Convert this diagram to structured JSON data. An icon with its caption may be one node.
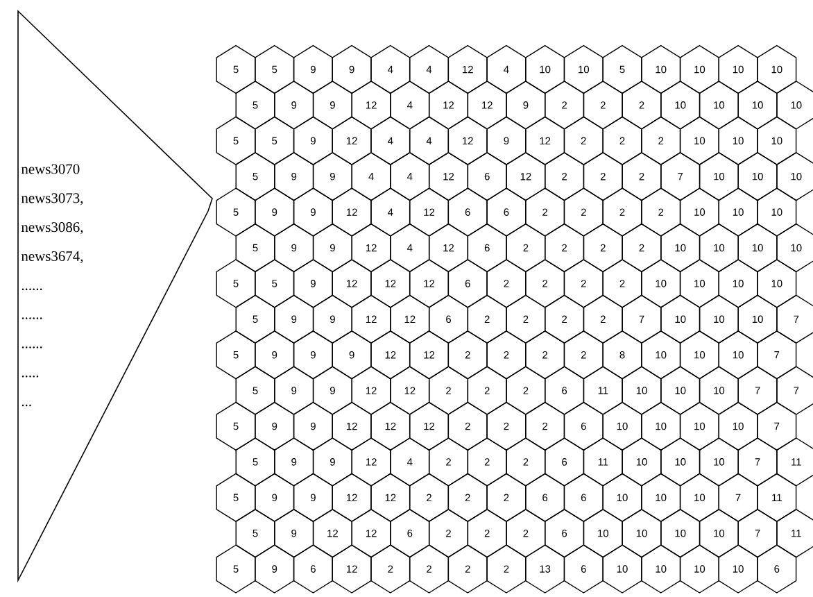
{
  "diagram": {
    "nodes": [
      {
        "text": [
          "news3070",
          "news3073,",
          "news3086,",
          "news3674,",
          "......",
          "......",
          "......",
          ".....",
          "..."
        ]
      },
      {
        "text": [
          "5"
        ]
      },
      {
        "text": [
          "5"
        ]
      },
      {
        "text": [
          "9"
        ]
      },
      {
        "text": [
          "9"
        ]
      },
      {
        "text": [
          "4"
        ]
      },
      {
        "text": [
          "4"
        ]
      },
      {
        "text": [
          "12"
        ]
      },
      {
        "text": [
          "4"
        ]
      },
      {
        "text": [
          "10"
        ]
      },
      {
        "text": [
          "10"
        ]
      },
      {
        "text": [
          "5"
        ]
      },
      {
        "text": [
          "10"
        ]
      },
      {
        "text": [
          "10"
        ]
      },
      {
        "text": [
          "10"
        ]
      },
      {
        "text": [
          "10"
        ]
      },
      {
        "text": [
          "5"
        ]
      },
      {
        "text": [
          "9"
        ]
      },
      {
        "text": [
          "9"
        ]
      },
      {
        "text": [
          "12"
        ]
      },
      {
        "text": [
          "4"
        ]
      },
      {
        "text": [
          "12"
        ]
      },
      {
        "text": [
          "12"
        ]
      },
      {
        "text": [
          "9"
        ]
      },
      {
        "text": [
          "2"
        ]
      },
      {
        "text": [
          "2"
        ]
      },
      {
        "text": [
          "2"
        ]
      },
      {
        "text": [
          "10"
        ]
      },
      {
        "text": [
          "10"
        ]
      },
      {
        "text": [
          "10"
        ]
      },
      {
        "text": [
          "10"
        ]
      },
      {
        "text": [
          "5"
        ]
      },
      {
        "text": [
          "5"
        ]
      },
      {
        "text": [
          "9"
        ]
      },
      {
        "text": [
          "12"
        ]
      },
      {
        "text": [
          "4"
        ]
      },
      {
        "text": [
          "4"
        ]
      },
      {
        "text": [
          "12"
        ]
      },
      {
        "text": [
          "9"
        ]
      },
      {
        "text": [
          "12"
        ]
      },
      {
        "text": [
          "2"
        ]
      },
      {
        "text": [
          "2"
        ]
      },
      {
        "text": [
          "2"
        ]
      },
      {
        "text": [
          "10"
        ]
      },
      {
        "text": [
          "10"
        ]
      },
      {
        "text": [
          "10"
        ]
      },
      {
        "text": [
          "5"
        ]
      },
      {
        "text": [
          "9"
        ]
      },
      {
        "text": [
          "9"
        ]
      },
      {
        "text": [
          "4"
        ]
      },
      {
        "text": [
          "4"
        ]
      },
      {
        "text": [
          "12"
        ]
      },
      {
        "text": [
          "6"
        ]
      },
      {
        "text": [
          "12"
        ]
      },
      {
        "text": [
          "2"
        ]
      },
      {
        "text": [
          "2"
        ]
      },
      {
        "text": [
          "2"
        ]
      },
      {
        "text": [
          "7"
        ]
      },
      {
        "text": [
          "10"
        ]
      },
      {
        "text": [
          "10"
        ]
      },
      {
        "text": [
          "10"
        ]
      },
      {
        "text": [
          "5"
        ]
      },
      {
        "text": [
          "9"
        ]
      },
      {
        "text": [
          "9"
        ]
      },
      {
        "text": [
          "12"
        ]
      },
      {
        "text": [
          "4"
        ]
      },
      {
        "text": [
          "12"
        ]
      },
      {
        "text": [
          "6"
        ]
      },
      {
        "text": [
          "6"
        ]
      },
      {
        "text": [
          "2"
        ]
      },
      {
        "text": [
          "2"
        ]
      },
      {
        "text": [
          "2"
        ]
      },
      {
        "text": [
          "2"
        ]
      },
      {
        "text": [
          "10"
        ]
      },
      {
        "text": [
          "10"
        ]
      },
      {
        "text": [
          "10"
        ]
      },
      {
        "text": [
          "5"
        ]
      },
      {
        "text": [
          "9"
        ]
      },
      {
        "text": [
          "9"
        ]
      },
      {
        "text": [
          "12"
        ]
      },
      {
        "text": [
          "4"
        ]
      },
      {
        "text": [
          "12"
        ]
      },
      {
        "text": [
          "6"
        ]
      },
      {
        "text": [
          "2"
        ]
      },
      {
        "text": [
          "2"
        ]
      },
      {
        "text": [
          "2"
        ]
      },
      {
        "text": [
          "2"
        ]
      },
      {
        "text": [
          "10"
        ]
      },
      {
        "text": [
          "10"
        ]
      },
      {
        "text": [
          "10"
        ]
      },
      {
        "text": [
          "10"
        ]
      },
      {
        "text": [
          "5"
        ]
      },
      {
        "text": [
          "5"
        ]
      },
      {
        "text": [
          "9"
        ]
      },
      {
        "text": [
          "12"
        ]
      },
      {
        "text": [
          "12"
        ]
      },
      {
        "text": [
          "12"
        ]
      },
      {
        "text": [
          "6"
        ]
      },
      {
        "text": [
          "2"
        ]
      },
      {
        "text": [
          "2"
        ]
      },
      {
        "text": [
          "2"
        ]
      },
      {
        "text": [
          "2"
        ]
      },
      {
        "text": [
          "10"
        ]
      },
      {
        "text": [
          "10"
        ]
      },
      {
        "text": [
          "10"
        ]
      },
      {
        "text": [
          "10"
        ]
      },
      {
        "text": [
          "5"
        ]
      },
      {
        "text": [
          "9"
        ]
      },
      {
        "text": [
          "9"
        ]
      },
      {
        "text": [
          "12"
        ]
      },
      {
        "text": [
          "12"
        ]
      },
      {
        "text": [
          "6"
        ]
      },
      {
        "text": [
          "2"
        ]
      },
      {
        "text": [
          "2"
        ]
      },
      {
        "text": [
          "2"
        ]
      },
      {
        "text": [
          "2"
        ]
      },
      {
        "text": [
          "7"
        ]
      },
      {
        "text": [
          "10"
        ]
      },
      {
        "text": [
          "10"
        ]
      },
      {
        "text": [
          "10"
        ]
      },
      {
        "text": [
          "7"
        ]
      },
      {
        "text": [
          "5"
        ]
      },
      {
        "text": [
          "9"
        ]
      },
      {
        "text": [
          "9"
        ]
      },
      {
        "text": [
          "9"
        ]
      },
      {
        "text": [
          "12"
        ]
      },
      {
        "text": [
          "12"
        ]
      },
      {
        "text": [
          "2"
        ]
      },
      {
        "text": [
          "2"
        ]
      },
      {
        "text": [
          "2"
        ]
      },
      {
        "text": [
          "2"
        ]
      },
      {
        "text": [
          "8"
        ]
      },
      {
        "text": [
          "10"
        ]
      },
      {
        "text": [
          "10"
        ]
      },
      {
        "text": [
          "10"
        ]
      },
      {
        "text": [
          "7"
        ]
      },
      {
        "text": [
          "5"
        ]
      },
      {
        "text": [
          "9"
        ]
      },
      {
        "text": [
          "9"
        ]
      },
      {
        "text": [
          "12"
        ]
      },
      {
        "text": [
          "12"
        ]
      },
      {
        "text": [
          "2"
        ]
      },
      {
        "text": [
          "2"
        ]
      },
      {
        "text": [
          "2"
        ]
      },
      {
        "text": [
          "6"
        ]
      },
      {
        "text": [
          "11"
        ]
      },
      {
        "text": [
          "10"
        ]
      },
      {
        "text": [
          "10"
        ]
      },
      {
        "text": [
          "10"
        ]
      },
      {
        "text": [
          "7"
        ]
      },
      {
        "text": [
          "7"
        ]
      },
      {
        "text": [
          "5"
        ]
      },
      {
        "text": [
          "9"
        ]
      },
      {
        "text": [
          "9"
        ]
      },
      {
        "text": [
          "12"
        ]
      },
      {
        "text": [
          "12"
        ]
      },
      {
        "text": [
          "12"
        ]
      },
      {
        "text": [
          "2"
        ]
      },
      {
        "text": [
          "2"
        ]
      },
      {
        "text": [
          "2"
        ]
      },
      {
        "text": [
          "6"
        ]
      },
      {
        "text": [
          "10"
        ]
      },
      {
        "text": [
          "10"
        ]
      },
      {
        "text": [
          "10"
        ]
      },
      {
        "text": [
          "10"
        ]
      },
      {
        "text": [
          "7"
        ]
      },
      {
        "text": [
          "5"
        ]
      },
      {
        "text": [
          "9"
        ]
      },
      {
        "text": [
          "9"
        ]
      },
      {
        "text": [
          "12"
        ]
      },
      {
        "text": [
          "4"
        ]
      },
      {
        "text": [
          "2"
        ]
      },
      {
        "text": [
          "2"
        ]
      },
      {
        "text": [
          "2"
        ]
      },
      {
        "text": [
          "6"
        ]
      },
      {
        "text": [
          "11"
        ]
      },
      {
        "text": [
          "10"
        ]
      },
      {
        "text": [
          "10"
        ]
      },
      {
        "text": [
          "10"
        ]
      },
      {
        "text": [
          "7"
        ]
      },
      {
        "text": [
          "11"
        ]
      },
      {
        "text": [
          "5"
        ]
      },
      {
        "text": [
          "9"
        ]
      },
      {
        "text": [
          "9"
        ]
      },
      {
        "text": [
          "12"
        ]
      },
      {
        "text": [
          "12"
        ]
      },
      {
        "text": [
          "2"
        ]
      },
      {
        "text": [
          "2"
        ]
      },
      {
        "text": [
          "2"
        ]
      },
      {
        "text": [
          "6"
        ]
      },
      {
        "text": [
          "6"
        ]
      },
      {
        "text": [
          "10"
        ]
      },
      {
        "text": [
          "10"
        ]
      },
      {
        "text": [
          "10"
        ]
      },
      {
        "text": [
          "7"
        ]
      },
      {
        "text": [
          "11"
        ]
      },
      {
        "text": [
          "5"
        ]
      },
      {
        "text": [
          "9"
        ]
      },
      {
        "text": [
          "12"
        ]
      },
      {
        "text": [
          "12"
        ]
      },
      {
        "text": [
          "6"
        ]
      },
      {
        "text": [
          "2"
        ]
      },
      {
        "text": [
          "2"
        ]
      },
      {
        "text": [
          "2"
        ]
      },
      {
        "text": [
          "6"
        ]
      },
      {
        "text": [
          "10"
        ]
      },
      {
        "text": [
          "10"
        ]
      },
      {
        "text": [
          "10"
        ]
      },
      {
        "text": [
          "10"
        ]
      },
      {
        "text": [
          "7"
        ]
      },
      {
        "text": [
          "11"
        ]
      },
      {
        "text": [
          "5"
        ]
      },
      {
        "text": [
          "9"
        ]
      },
      {
        "text": [
          "6"
        ]
      },
      {
        "text": [
          "12"
        ]
      },
      {
        "text": [
          "2"
        ]
      },
      {
        "text": [
          "2"
        ]
      },
      {
        "text": [
          "2"
        ]
      },
      {
        "text": [
          "2"
        ]
      },
      {
        "text": [
          "13"
        ]
      },
      {
        "text": [
          "6"
        ]
      },
      {
        "text": [
          "10"
        ]
      },
      {
        "text": [
          "10"
        ]
      },
      {
        "text": [
          "10"
        ]
      },
      {
        "text": [
          "10"
        ]
      },
      {
        "text": [
          "6"
        ]
      }
    ]
  }
}
